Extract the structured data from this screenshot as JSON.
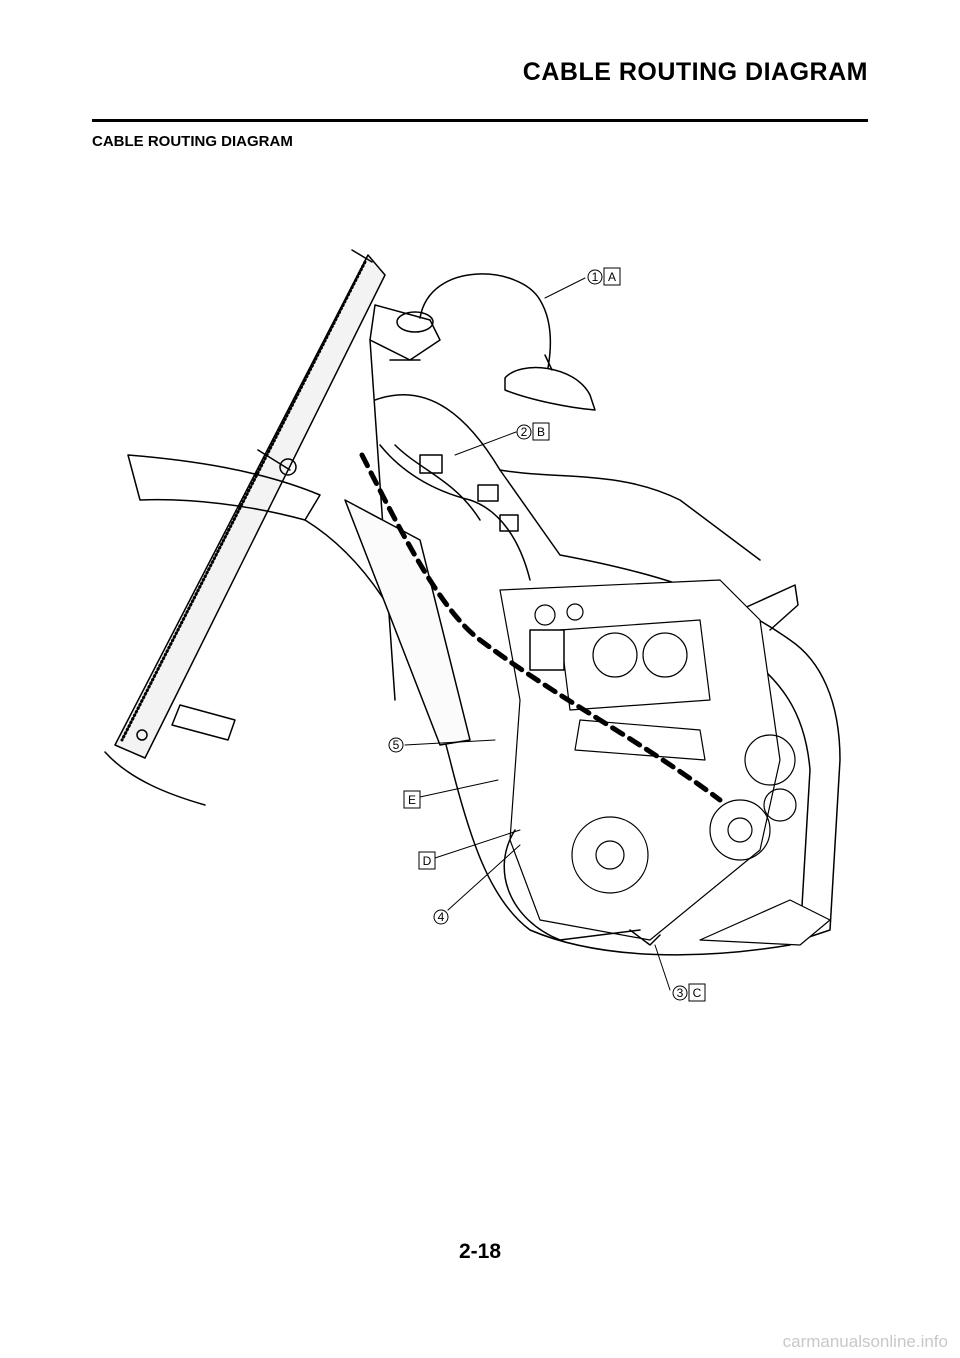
{
  "header": {
    "title": "CABLE ROUTING DIAGRAM"
  },
  "section": {
    "title": "CABLE ROUTING DIAGRAM"
  },
  "callouts": [
    {
      "num": "1",
      "letter": "A"
    },
    {
      "num": "2",
      "letter": "B"
    },
    {
      "num": "3",
      "letter": "C"
    },
    {
      "num": "4",
      "letter": ""
    },
    {
      "num": "5",
      "letter": ""
    },
    {
      "num": "",
      "letter": "D"
    },
    {
      "num": "",
      "letter": "E"
    }
  ],
  "footer": {
    "page_number": "2-18"
  },
  "watermark": {
    "text": "carmanualsonline.info"
  }
}
